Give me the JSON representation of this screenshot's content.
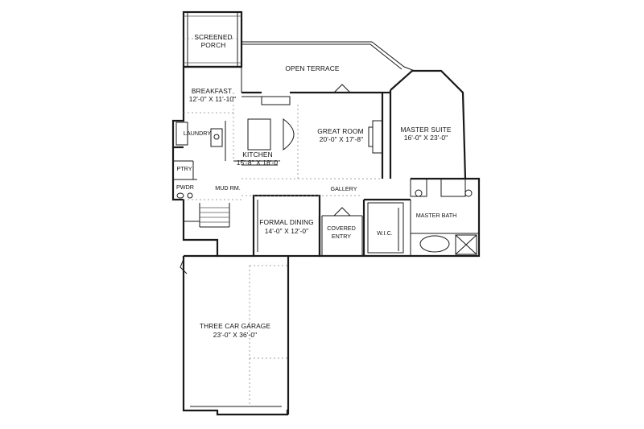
{
  "rooms": {
    "screened_porch": {
      "line1": "SCREENED",
      "line2": "PORCH"
    },
    "open_terrace": {
      "name": "OPEN TERRACE"
    },
    "breakfast": {
      "name": "BREAKFAST",
      "dims": "12'-0\" X 11'-10\""
    },
    "laundry": {
      "name": "LAUNDRY"
    },
    "kitchen": {
      "name": "KITCHEN",
      "dims": "15'-8\" X 18'-0\""
    },
    "great_room": {
      "name": "GREAT ROOM",
      "dims": "20'-0\" X 17'-8\""
    },
    "master_suite": {
      "name": "MASTER SUITE",
      "dims": "16'-0\" X 23'-0\""
    },
    "ptry": {
      "name": "PTRY"
    },
    "pwdr": {
      "name": "PWDR"
    },
    "mud_rm": {
      "name": "MUD RM."
    },
    "gallery": {
      "name": "GALLERY"
    },
    "master_bath": {
      "name": "MASTER BATH"
    },
    "formal_dining": {
      "name": "FORMAL DINING",
      "dims": "14'-0\" X 12'-0\""
    },
    "covered_entry": {
      "line1": "COVERED",
      "line2": "ENTRY"
    },
    "wic": {
      "name": "W.I.C."
    },
    "garage": {
      "name": "THREE CAR GARAGE",
      "dims": "23'-0\" X 36'-0\""
    }
  }
}
